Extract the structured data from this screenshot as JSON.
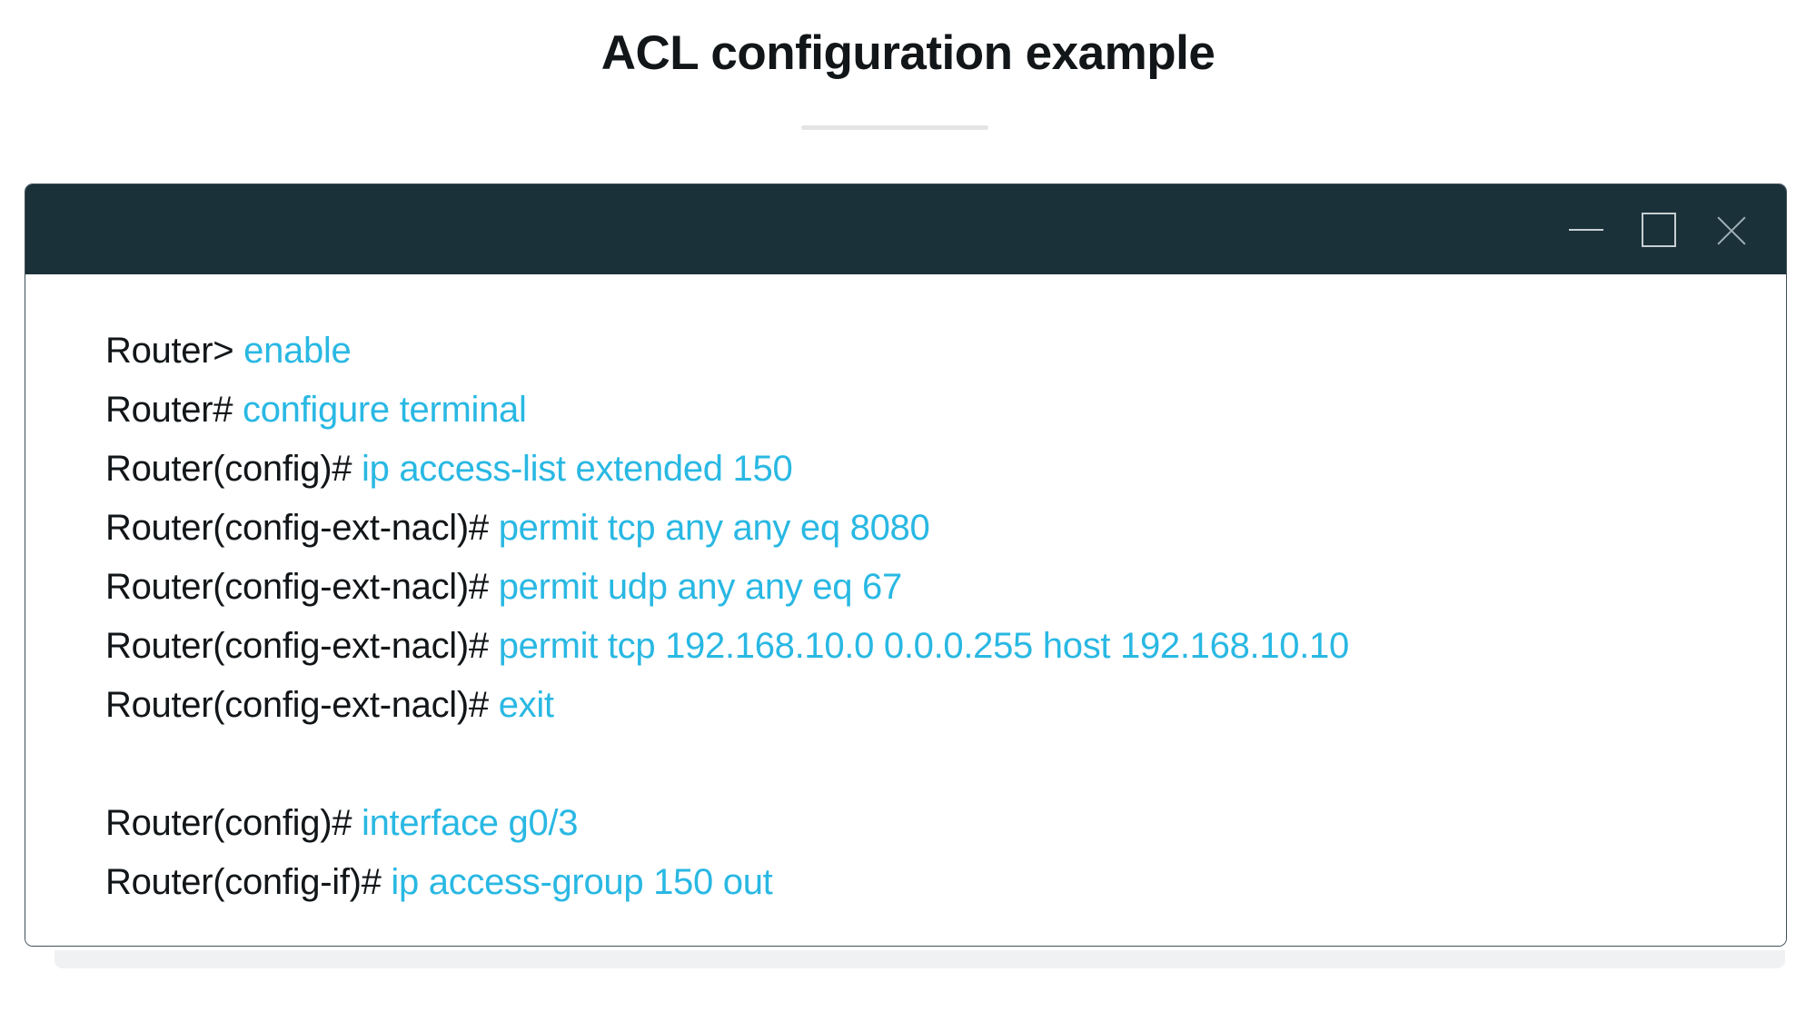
{
  "page": {
    "title": "ACL configuration example",
    "background_color": "#ffffff",
    "divider_color": "#e2e4e5"
  },
  "terminal": {
    "titlebar_color": "#1b313a",
    "border_color": "#3f5058",
    "prompt_color": "#121618",
    "command_color": "#29b8e3",
    "window_controls": [
      {
        "name": "minimize",
        "icon": "minimize-icon",
        "label": "—"
      },
      {
        "name": "maximize",
        "icon": "maximize-icon",
        "label": "☐"
      },
      {
        "name": "close",
        "icon": "close-icon",
        "label": "✕"
      }
    ],
    "lines": [
      {
        "prompt": "Router> ",
        "command": "enable"
      },
      {
        "prompt": "Router# ",
        "command": "configure terminal"
      },
      {
        "prompt": "Router(config)# ",
        "command": "ip access-list extended 150"
      },
      {
        "prompt": "Router(config-ext-nacl)# ",
        "command": "permit tcp any any eq 8080"
      },
      {
        "prompt": "Router(config-ext-nacl)# ",
        "command": "permit udp any any eq 67"
      },
      {
        "prompt": "Router(config-ext-nacl)# ",
        "command": "permit tcp 192.168.10.0 0.0.0.255 host 192.168.10.10"
      },
      {
        "prompt": "Router(config-ext-nacl)# ",
        "command": "exit"
      },
      {
        "prompt": "",
        "command": ""
      },
      {
        "prompt": "Router(config)# ",
        "command": "interface g0/3"
      },
      {
        "prompt": "Router(config-if)# ",
        "command": "ip access-group 150 out"
      }
    ]
  }
}
